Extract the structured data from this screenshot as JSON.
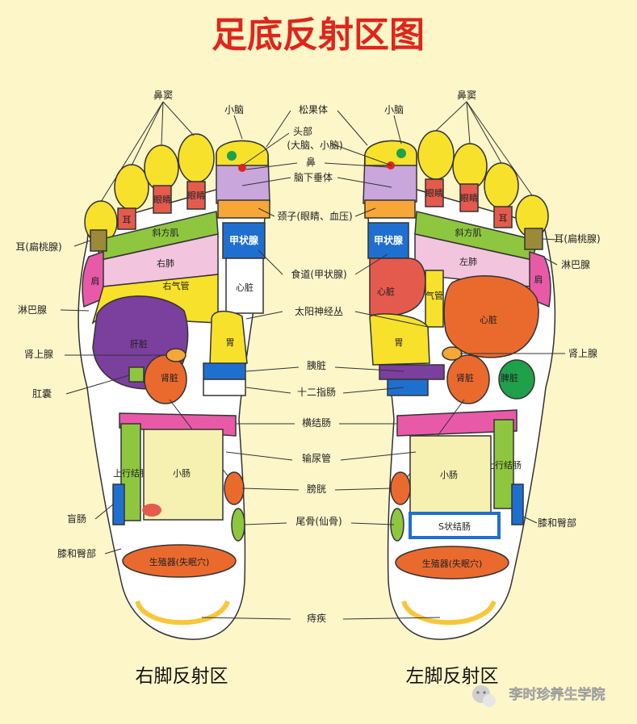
{
  "title": "足底反射区图",
  "captions": {
    "right": "右脚反射区",
    "left": "左脚反射区"
  },
  "watermark": "李时珍养生学院",
  "center_labels": [
    "松果体",
    "头部",
    "(大脑、小脑)",
    "鼻",
    "脑下垂体",
    "颈子(眼睛、血压)",
    "食道(甲状腺)",
    "太阳神经丛",
    "胰脏",
    "十二指肠",
    "横结肠",
    "输尿管",
    "膀胱",
    "尾骨(仙骨)",
    "痔疾"
  ],
  "right_side": {
    "top_labels": [
      "鼻窦",
      "小脑"
    ],
    "outer_labels": [
      "耳(扁桃腺)",
      "淋巴腺",
      "肾上腺",
      "肛囊",
      "盲肠",
      "膝和臀部"
    ],
    "inner": [
      "肩",
      "耳",
      "眼睛",
      "眼睛",
      "斜方肌",
      "右肺",
      "右气管",
      "心脏",
      "甲状腺",
      "肝脏",
      "肾脏",
      "胃",
      "上行结肠",
      "小肠",
      "生殖器(失眠穴)"
    ]
  },
  "left_side": {
    "top_labels": [
      "小脑",
      "鼻窦"
    ],
    "outer_labels": [
      "耳(扁桃腺)",
      "淋巴腺",
      "肾上腺",
      "膝和臀部"
    ],
    "inner": [
      "眼睛",
      "眼睛",
      "耳",
      "斜方肌",
      "左肺",
      "气管",
      "心脏",
      "甲状腺",
      "心脏",
      "胃",
      "肾脏",
      "脾脏",
      "上行结肠",
      "小肠",
      "S状结肠",
      "生殖器(失眠穴)",
      "肩"
    ]
  },
  "colors": {
    "background": "#fdf6c9",
    "title": "#e0251b",
    "yellow": "#f7e12b",
    "pink": "#e85aa8",
    "green": "#8ec63f",
    "purple": "#7b3f9e",
    "orange": "#ea6a2e",
    "blue": "#1f6fd1",
    "lavender": "#c9a6dc"
  },
  "icons": [
    "wechat-icon"
  ]
}
